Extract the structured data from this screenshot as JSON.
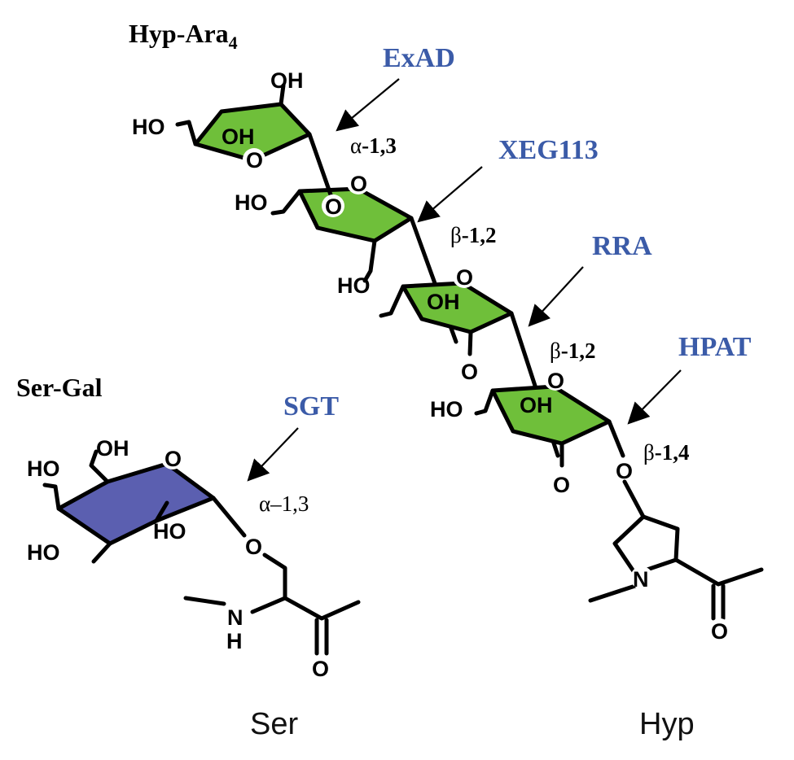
{
  "titles": {
    "hyp_ara": "Hyp-Ara",
    "hyp_ara_subscript": "4",
    "ser_gal": "Ser-Gal"
  },
  "enzymes": {
    "exad": "ExAD",
    "xeg113": "XEG113",
    "rra": "RRA",
    "hpat": "HPAT",
    "sgt": "SGT"
  },
  "linkages": {
    "alpha13_top": {
      "greek": "α",
      "text": "-1,3"
    },
    "beta12_upper": {
      "greek": "β",
      "text": "-1,2"
    },
    "beta12_lower": {
      "greek": "β",
      "text": "-1,2"
    },
    "beta14": {
      "greek": "β",
      "text": "-1,4"
    },
    "alpha13_ser": "α–1,3"
  },
  "residues": {
    "ser": "Ser",
    "hyp": "Hyp"
  },
  "atoms": {
    "oh": "OH",
    "ho": "HO",
    "o": "O",
    "n": "N",
    "h": "H"
  },
  "colors": {
    "arabinose_ring": "#6fbf3a",
    "galactose_ring": "#5b5fb0",
    "enzyme_text": "#3b5ba8"
  }
}
